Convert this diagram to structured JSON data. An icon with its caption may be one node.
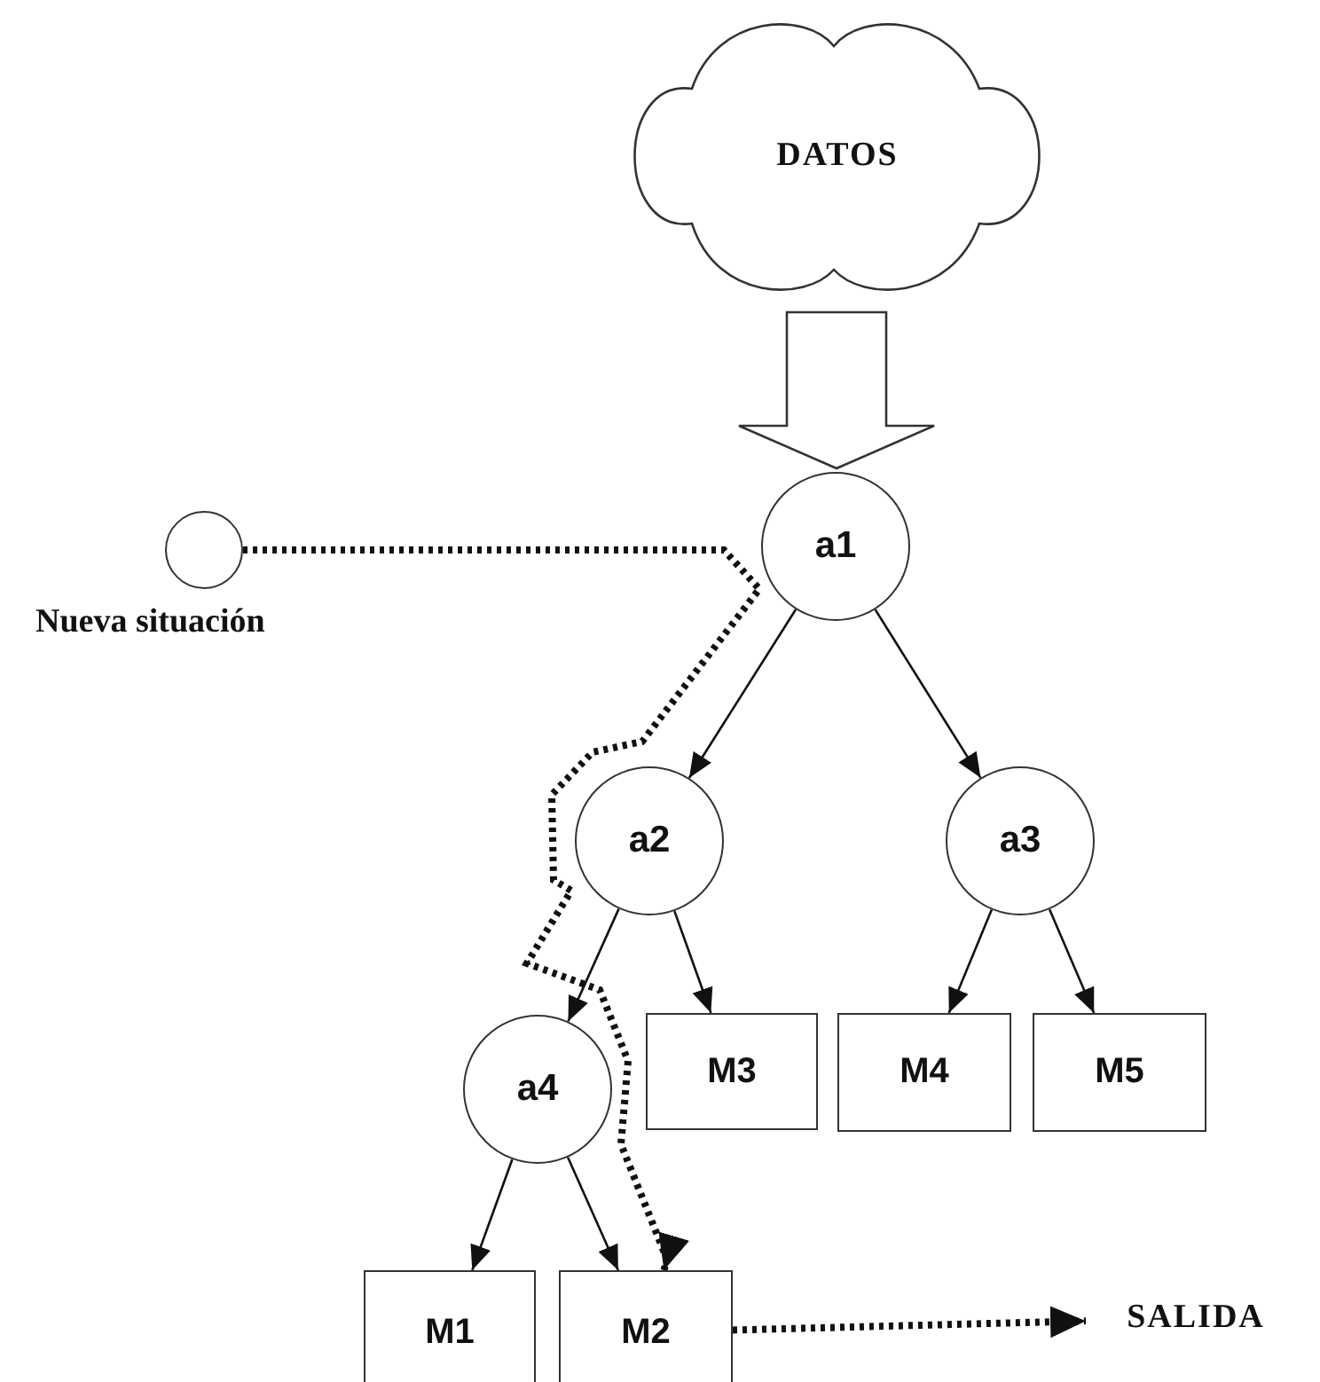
{
  "diagram": {
    "nodes": [
      {
        "text": [
          "DATOS"
        ]
      },
      {
        "text": [],
        "shape": "circle",
        "beside": [
          "Nueva situación"
        ]
      },
      {
        "text": [
          "a1"
        ]
      },
      {
        "text": [
          "a2"
        ]
      },
      {
        "text": [
          "a3"
        ]
      },
      {
        "text": [
          "a4"
        ]
      },
      {
        "text": [
          "M3"
        ]
      },
      {
        "text": [
          "M4"
        ]
      },
      {
        "text": [
          "M5"
        ]
      },
      {
        "text": [
          "M1"
        ]
      },
      {
        "text": [
          "M2"
        ]
      },
      {
        "text": [
          "SALIDA"
        ]
      }
    ],
    "edges": [
      {
        "from": 0,
        "to": 2,
        "arrow": "to",
        "style": "thick"
      },
      {
        "from": 2,
        "to": 3,
        "arrow": "to"
      },
      {
        "from": 2,
        "to": 4,
        "arrow": "to"
      },
      {
        "from": 3,
        "to": 5,
        "arrow": "to"
      },
      {
        "from": 3,
        "to": 6,
        "arrow": "to"
      },
      {
        "from": 4,
        "to": 7,
        "arrow": "to"
      },
      {
        "from": 4,
        "to": 8,
        "arrow": "to"
      },
      {
        "from": 5,
        "to": 9,
        "arrow": "to"
      },
      {
        "from": 5,
        "to": 10,
        "arrow": "to"
      },
      {
        "from": 1,
        "to": 10,
        "arrow": "to",
        "style": "dashed"
      },
      {
        "from": 10,
        "to": 11,
        "arrow": "to",
        "style": "dashed"
      }
    ]
  }
}
